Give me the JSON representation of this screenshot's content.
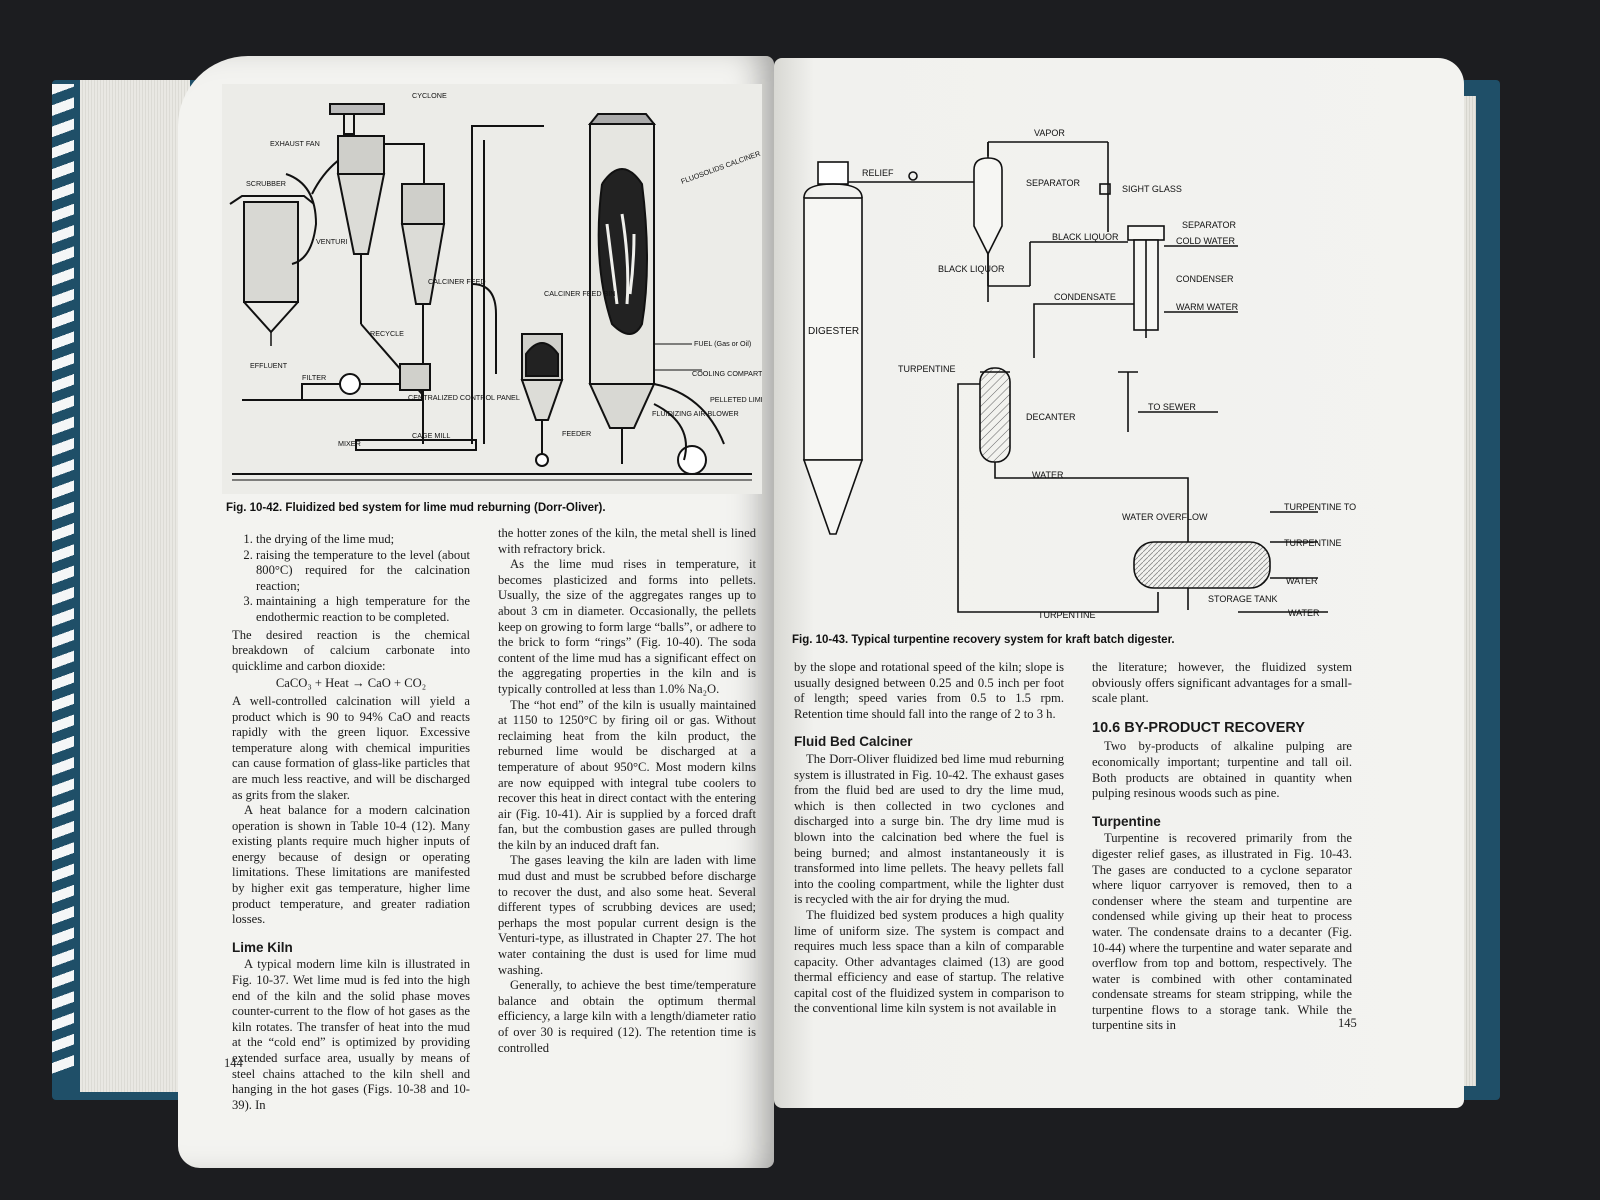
{
  "left_page": {
    "figure": {
      "caption": "Fig. 10-42. Fluidized bed system for lime mud reburning (Dorr-Oliver).",
      "labels": {
        "cyclone": "CYCLONE",
        "exhaust_fan": "EXHAUST FAN",
        "scrubber": "SCRUBBER",
        "venturi": "VENTURI",
        "effluent": "EFFLUENT",
        "filter": "FILTER",
        "recycle": "RECYCLE",
        "calciner_feed": "CALCINER FEED",
        "calciner_feed_bin": "CALCINER FEED BIN",
        "fluosolids_calciner": "FLUOSOLIDS CALCINER",
        "fuel": "FUEL (Gas or Oil)",
        "cooling_compartment": "COOLING COMPARTMENT",
        "pelleted_lime": "PELLETED LIME",
        "fluidizing_air_blower": "FLUIDIZING AIR BLOWER",
        "centralized_control_panel": "CENTRALIZED CONTROL PANEL",
        "mixer": "MIXER",
        "cage_mill": "CAGE MILL",
        "feeder": "FEEDER"
      }
    },
    "col1": {
      "list": [
        "the drying of the lime mud;",
        "raising the temperature to the level (about 800°C) required for the calcination reaction;",
        "maintaining a high temperature for the endothermic reaction to be completed."
      ],
      "p1": "The desired reaction is the chemical breakdown of calcium carbonate into quicklime and carbon dioxide:",
      "equation": "CaCO₃ + Heat → CaO + CO₂",
      "p2": "A well-controlled calcination will yield a product which is 90 to 94% CaO and reacts rapidly with the green liquor. Excessive temperature along with chemical impurities can cause formation of glass-like particles that are much less reactive, and will be discharged as grits from the slaker.",
      "p3": "A heat balance for a modern calcination operation is shown in Table 10-4 (12). Many existing plants require much higher inputs of energy because of design or operating limitations. These limitations are manifested by higher exit gas temperature, higher lime product temperature, and greater radiation losses.",
      "heading": "Lime Kiln",
      "p4": "A typical modern lime kiln is illustrated in Fig. 10-37. Wet lime mud is fed into the high end of the kiln and the solid phase moves counter-current to the flow of hot gases as the kiln rotates. The transfer of heat into the mud at the “cold end” is optimized by providing extended surface area, usually by means of steel chains attached to the kiln shell and hanging in the hot gases (Figs. 10-38 and 10-39). In"
    },
    "col2": {
      "p1": "the hotter zones of the kiln, the metal shell is lined with refractory brick.",
      "p2": "As the lime mud rises in temperature, it becomes plasticized and forms into pellets. Usually, the size of the aggregates ranges up to about 3 cm in diameter. Occasionally, the pellets keep on growing to form large “balls”, or adhere to the brick to form “rings” (Fig. 10-40). The soda content of the lime mud has a significant effect on the aggregating properties in the kiln and is typically controlled at less than 1.0% Na₂O.",
      "p3": "The “hot end” of the kiln is usually maintained at 1150 to 1250°C by firing oil or gas. Without reclaiming heat from the kiln product, the reburned lime would be discharged at a temperature of about 950°C. Most modern kilns are now equipped with integral tube coolers to recover this heat in direct contact with the entering air (Fig. 10-41). Air is supplied by a forced draft fan, but the combustion gases are pulled through the kiln by an induced draft fan.",
      "p4": "The gases leaving the kiln are laden with lime mud dust and must be scrubbed before discharge to recover the dust, and also some heat. Several different types of scrubbing devices are used; perhaps the most popular current design is the Venturi-type, as illustrated in Chapter 27. The hot water containing the dust is used for lime mud washing.",
      "p5": "Generally, to achieve the best time/temperature balance and obtain the optimum thermal efficiency, a large kiln with a length/diameter ratio of over 30 is required (12). The retention time is controlled"
    },
    "page_number": "144"
  },
  "right_page": {
    "figure": {
      "caption": "Fig. 10-43. Typical turpentine recovery system for kraft batch digester.",
      "labels": {
        "vapor": "VAPOR",
        "relief": "RELIEF",
        "separator": "SEPARATOR",
        "sight_glass": "SIGHT GLASS",
        "separator2": "SEPARATOR",
        "cold_water": "COLD WATER",
        "black_liquor": "BLACK LIQUOR",
        "black_liquor2": "BLACK LIQUOR",
        "condenser": "CONDENSER",
        "condensate": "CONDENSATE",
        "warm_water": "WARM WATER",
        "digester": "DIGESTER",
        "turpentine": "TURPENTINE",
        "decanter": "DECANTER",
        "to_sewer": "TO SEWER",
        "water": "WATER",
        "water_overflow": "WATER OVERFLOW",
        "turpentine_to_cars": "TURPENTINE TO CARS",
        "turpentine2": "TURPENTINE",
        "water2": "WATER",
        "storage_tank": "STORAGE TANK",
        "water3": "WATER",
        "turpentine3": "TURPENTINE"
      }
    },
    "col1": {
      "p1": "by the slope and rotational speed of the kiln; slope is usually designed between 0.25 and 0.5 inch per foot of length; speed varies from 0.5 to 1.5 rpm. Retention time should fall into the range of 2 to 3 h.",
      "heading": "Fluid Bed Calciner",
      "p2": "The Dorr-Oliver fluidized bed lime mud reburning system is illustrated in Fig. 10-42. The exhaust gases from the fluid bed are used to dry the lime mud, which is then collected in two cyclones and discharged into a surge bin. The dry lime mud is blown into the calcination bed where the fuel is being burned; and almost instantaneously it is transformed into lime pellets. The heavy pellets fall into the cooling compartment, while the lighter dust is recycled with the air for drying the mud.",
      "p3": "The fluidized bed system produces a high quality lime of uniform size. The system is compact and requires much less space than a kiln of comparable capacity. Other advantages claimed (13) are good thermal efficiency and ease of startup. The relative capital cost of the fluidized system in comparison to the conventional lime kiln system is not available in"
    },
    "col2": {
      "p1": "the literature; however, the fluidized system obviously offers significant advantages for a small-scale plant.",
      "section_heading": "10.6  BY-PRODUCT RECOVERY",
      "p2": "Two by-products of alkaline pulping are economically important; turpentine and tall oil. Both products are obtained in quantity when pulping resinous woods such as pine.",
      "heading": "Turpentine",
      "p3": "Turpentine is recovered primarily from the digester relief gases, as illustrated in Fig. 10-43. The gases are conducted to a cyclone separator where liquor carryover is removed, then to a condenser where the steam and turpentine are condensed while giving up their heat to process water. The condensate drains to a decanter (Fig. 10-44) where the turpentine and water separate and overflow from top and bottom, respectively. The water is combined with other contaminated condensate streams for steam stripping, while the turpentine flows to a storage tank. While the turpentine sits in"
    },
    "page_number": "145"
  }
}
